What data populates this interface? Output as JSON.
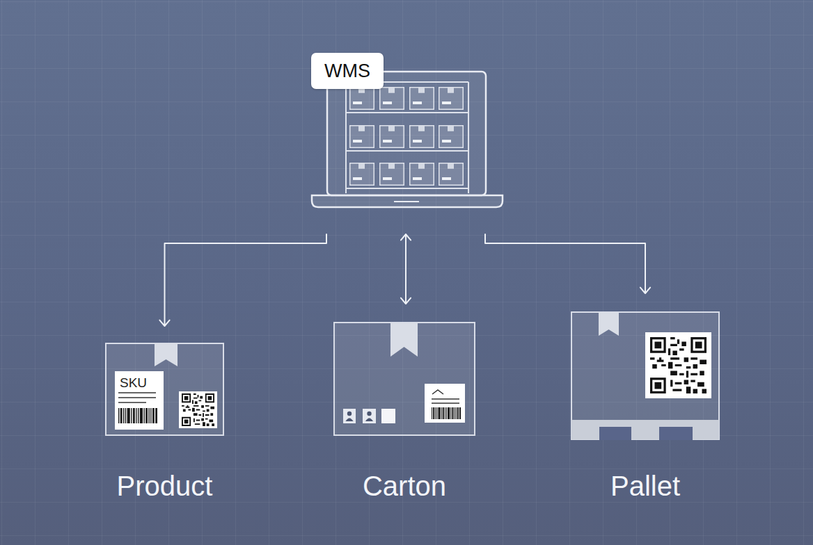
{
  "diagram": {
    "nodes": [
      {
        "text": [
          "WMS"
        ]
      },
      {
        "text": [
          "Product"
        ]
      },
      {
        "text": [
          "SKU"
        ],
        "in": 1
      },
      {
        "text": [
          "Carton"
        ]
      },
      {
        "text": [
          "Pallet"
        ]
      }
    ],
    "edges": [
      {
        "from": 0,
        "to": 1,
        "arrow": "to"
      },
      {
        "from": 0,
        "to": 3,
        "arrow": "both"
      },
      {
        "from": 0,
        "to": 4,
        "arrow": "to"
      }
    ]
  }
}
